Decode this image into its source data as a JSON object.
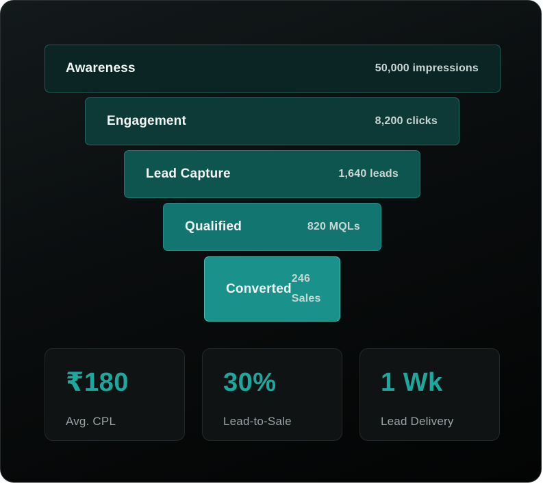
{
  "funnel": {
    "stages": [
      {
        "label": "Awareness",
        "value": "50,000 impressions"
      },
      {
        "label": "Engagement",
        "value": "8,200 clicks"
      },
      {
        "label": "Lead Capture",
        "value": "1,640 leads"
      },
      {
        "label": "Qualified",
        "value": "820 MQLs"
      },
      {
        "label": "Converted",
        "value": "246 Sales"
      }
    ],
    "accent_color": "#1ea79c"
  },
  "stats": [
    {
      "value": "₹180",
      "label": "Avg. CPL"
    },
    {
      "value": "30%",
      "label": "Lead-to-Sale"
    },
    {
      "value": "1 Wk",
      "label": "Lead Delivery"
    }
  ]
}
